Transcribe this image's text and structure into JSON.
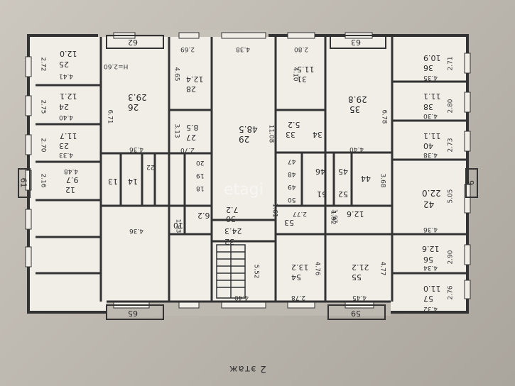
{
  "caption": "2 этаж",
  "watermark": "etagi",
  "rooms": [
    {
      "id": "r25",
      "num": "25",
      "area": "12.0",
      "dims": [
        "4.41",
        "2.72"
      ]
    },
    {
      "id": "r24",
      "num": "24",
      "area": "12.1",
      "dims": [
        "4.40",
        "2.75"
      ]
    },
    {
      "id": "r23",
      "num": "23",
      "area": "11.7",
      "dims": [
        "4.33",
        "2.70"
      ]
    },
    {
      "id": "r12",
      "num": "12",
      "area": "9.7",
      "dims": [
        "4.48",
        "2.16"
      ]
    },
    {
      "id": "r26",
      "num": "26",
      "area": "29.3",
      "dims": [
        "4.36",
        "6.71"
      ]
    },
    {
      "id": "r28",
      "num": "28",
      "area": "12.4",
      "dims": [
        "4.65",
        "2.69"
      ]
    },
    {
      "id": "r27",
      "num": "27",
      "area": "8.5",
      "dims": [
        "3.13",
        "2.70"
      ]
    },
    {
      "id": "r29",
      "num": "29",
      "area": "48.5",
      "dims": [
        "11.08",
        "4.38"
      ]
    },
    {
      "id": "r31",
      "num": "31",
      "area": "11.5",
      "dims": [
        "4.10",
        "2.80"
      ]
    },
    {
      "id": "r33",
      "num": "33",
      "area": "5.2"
    },
    {
      "id": "r34",
      "num": "34"
    },
    {
      "id": "r35",
      "num": "35",
      "area": "29.8",
      "dims": [
        "4.40",
        "6.78"
      ]
    },
    {
      "id": "r36",
      "num": "36",
      "area": "10.9",
      "dims": [
        "4.35",
        "2.71"
      ]
    },
    {
      "id": "r38",
      "num": "38",
      "area": "11.1",
      "dims": [
        "4.30",
        "2.80"
      ]
    },
    {
      "id": "r40",
      "num": "40",
      "area": "11.1",
      "dims": [
        "4.38",
        "2.73"
      ]
    },
    {
      "id": "r42",
      "num": "42",
      "area": "22.0",
      "dims": [
        "4.36",
        "5.05"
      ]
    },
    {
      "id": "r56",
      "num": "56",
      "area": "12.6",
      "dims": [
        "4.34",
        "2.90"
      ]
    },
    {
      "id": "r57",
      "num": "57",
      "area": "11.0",
      "dims": [
        "4.32",
        "2.76"
      ]
    },
    {
      "id": "r55",
      "num": "55",
      "area": "21.2",
      "dims": [
        "4.45",
        "4.77"
      ]
    },
    {
      "id": "r54",
      "num": "54",
      "area": "13.2",
      "dims": [
        "2.78",
        "4.76"
      ]
    },
    {
      "id": "r32",
      "num": "32",
      "area": "24.3",
      "dims": [
        "4.40",
        "5.52"
      ]
    },
    {
      "id": "r30",
      "num": "30",
      "area": "7.2"
    },
    {
      "id": "r53",
      "num": "53",
      "area": "12.6",
      "dims": [
        "2.77",
        "1.92"
      ]
    },
    {
      "id": "r10",
      "num": "10",
      "area": "6.2",
      "dims": [
        "1.93"
      ]
    },
    {
      "id": "r13",
      "num": "13"
    },
    {
      "id": "r14",
      "num": "14"
    },
    {
      "id": "r20",
      "num": "20"
    },
    {
      "id": "r19",
      "num": "19"
    },
    {
      "id": "r18",
      "num": "18"
    },
    {
      "id": "r22",
      "num": "22"
    },
    {
      "id": "r47",
      "num": "47"
    },
    {
      "id": "r48",
      "num": "48"
    },
    {
      "id": "r49",
      "num": "49"
    },
    {
      "id": "r46",
      "num": "46"
    },
    {
      "id": "r45",
      "num": "45"
    },
    {
      "id": "r44",
      "num": "44",
      "dims": [
        "3.68"
      ]
    },
    {
      "id": "r50",
      "num": "50"
    },
    {
      "id": "r51",
      "num": "51"
    },
    {
      "id": "r52",
      "num": "52"
    }
  ],
  "extra_dims": [
    "H=2.60",
    "1.61",
    "1.97",
    "4.36"
  ],
  "balconies": [
    "62",
    "63",
    "61",
    "6",
    "65",
    "59"
  ]
}
